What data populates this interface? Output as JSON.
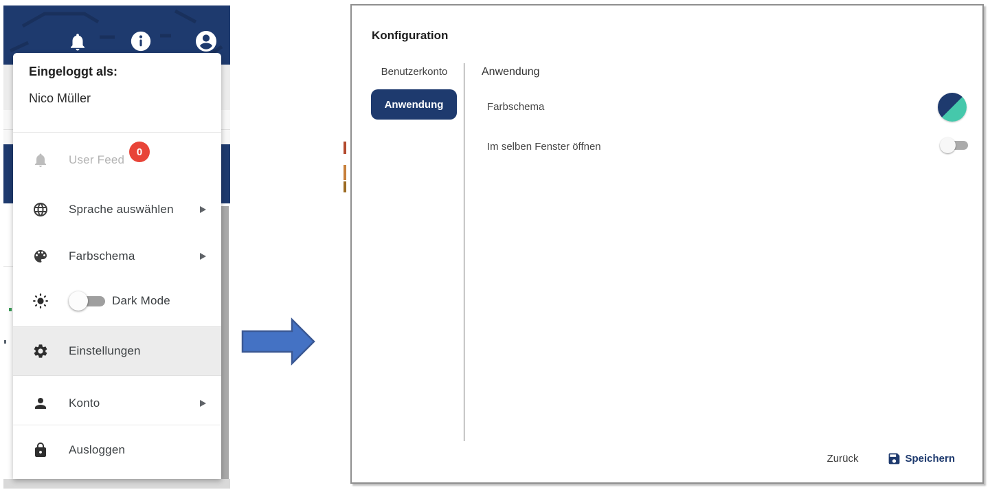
{
  "colors": {
    "navy": "#1e3a6e",
    "teal": "#45c8ab",
    "badge_red": "#e84438",
    "arrow_blue": "#4472c4",
    "arrow_border": "#3a5894"
  },
  "app_header": {
    "icons": [
      {
        "name": "notifications-bell-icon"
      },
      {
        "name": "info-icon"
      },
      {
        "name": "account-icon"
      }
    ]
  },
  "dropdown": {
    "logged_in_label": "Eingeloggt als:",
    "user_name": "Nico Müller",
    "items": [
      {
        "label": "User Feed",
        "icon": "bell-icon",
        "badge": "0",
        "state": "disabled"
      },
      {
        "label": "Sprache auswählen",
        "icon": "globe-icon",
        "has_submenu": true
      },
      {
        "label": "Farbschema",
        "icon": "palette-icon",
        "has_submenu": true
      },
      {
        "label": "Dark Mode",
        "icon": "sun-icon",
        "toggle": "off"
      },
      {
        "label": "Einstellungen",
        "icon": "gear-icon",
        "state": "highlighted"
      },
      {
        "label": "Konto",
        "icon": "person-icon",
        "has_submenu": true
      },
      {
        "label": "Ausloggen",
        "icon": "lock-icon"
      }
    ]
  },
  "dialog": {
    "title": "Konfiguration",
    "tabs": [
      {
        "label": "Benutzerkonto",
        "active": false
      },
      {
        "label": "Anwendung",
        "active": true
      }
    ],
    "content": {
      "heading": "Anwendung",
      "rows": [
        {
          "label": "Farbschema",
          "control": "color-scheme-swatch",
          "swatch_colors": [
            "#1e3a6e",
            "#45c8ab"
          ]
        },
        {
          "label": "Im selben Fenster öffnen",
          "control": "toggle",
          "value": "off"
        }
      ]
    },
    "footer": {
      "back_label": "Zurück",
      "save_label": "Speichern",
      "save_icon": "save-disk-icon"
    }
  }
}
